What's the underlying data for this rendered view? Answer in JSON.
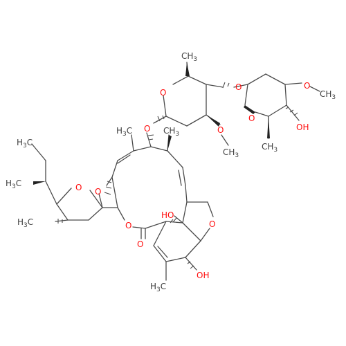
{
  "molecule": {
    "colors": {
      "bond": "#4a4a4a",
      "oxygen": "#ff0d0d",
      "carbon": "#404040",
      "background": "#ffffff"
    },
    "labels": {
      "o_sugar2_ring": "O",
      "o_glycosidic_2": "O",
      "o_methoxy_2": "O",
      "ch3_methoxy_2_c": "CH",
      "ch3_methoxy_2_sub": "3",
      "o_sugar2_oh": "OH",
      "ch3_sugar2_c": "CH",
      "ch3_sugar2_sub": "3",
      "o_sugar1_ring": "O",
      "ch3_sugar1_top": "CH",
      "ch3_sugar1_top_sub": "3",
      "o_glycosidic_1": "O",
      "o_methoxy_1": "O",
      "ch3_methoxy_1_c": "CH",
      "ch3_methoxy_1_sub": "3",
      "ch3_macro_left_h": "H",
      "ch3_macro_left_c": "C",
      "ch3_macro_left_sub": "3",
      "ch3_macro_right": "CH",
      "ch3_macro_right_sub": "3",
      "ch3_butyl_end_h": "H",
      "ch3_butyl_end_c": "C",
      "ch3_butyl_end_sub": "3",
      "ch3_butyl_branch_h": "H",
      "ch3_butyl_branch_c": "C",
      "ch3_butyl_branch_sub": "3",
      "o_spiro_pyran": "O",
      "o_spiro_macro": "O",
      "ch3_pyran_h": "H",
      "ch3_pyran_c": "C",
      "ch3_pyran_sub": "3",
      "o_lactone_ring": "O",
      "o_lactone_carbonyl": "O",
      "oh_tertiary": "HO",
      "o_furan": "O",
      "oh_cyclohexene": "OH",
      "ch3_cyclohexene_h": "H",
      "ch3_cyclohexene_c": "C",
      "ch3_cyclohexene_sub": "3"
    }
  }
}
